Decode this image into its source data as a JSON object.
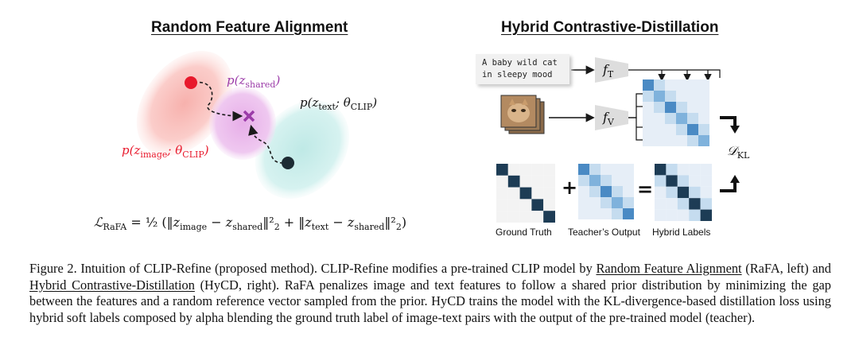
{
  "left_panel": {
    "title": "Random Feature Alignment",
    "label_shared_main": "p(z",
    "label_shared_sub": "shared",
    "label_text_main": "p(z",
    "label_text_sub": "text",
    "label_text_theta": "; θ",
    "label_text_theta_sub": "CLIP",
    "label_image_main": "p(z",
    "label_image_sub": "image",
    "label_image_theta": "; θ",
    "label_image_theta_sub": "CLIP",
    "formula_lhs": "ℒ",
    "formula_lhs_sub": "RaFA",
    "formula_rhs": "= ½ ( ‖z_image − z_shared‖²₂ + ‖z_text − z_shared‖²₂ )",
    "colors": {
      "image": "#e8192c",
      "shared": "#9b3aa8",
      "text_dot": "#1c2b33",
      "arrow": "#1a1a1a"
    }
  },
  "right_panel": {
    "title": "Hybrid Contrastive-Distillation",
    "text_input": "A baby wild cat in sleepy mood",
    "text_input_line1": "A baby wild cat",
    "text_input_line2": "in sleepy mood",
    "encoder_text": "f",
    "encoder_text_sub": "T",
    "encoder_image": "f",
    "encoder_image_sub": "V",
    "divergence": "𝒟",
    "divergence_sub": "KL",
    "plus_symbol": "+",
    "equals_symbol": "=",
    "label_ground_truth": "Ground Truth",
    "label_teacher": "Teacher’s Output",
    "label_hybrid": "Hybrid Labels",
    "colors": {
      "dark_cell": "#1d3c55",
      "mid_cell": "#4a8ac4",
      "light_cell": "#c5dcef",
      "bg_cell": "#e6eef7"
    }
  },
  "caption": {
    "part1": "Figure 2. Intuition of CLIP-Refine (proposed method). CLIP-Refine modifies a pre-trained CLIP model by ",
    "link1": "Random Feature Alignment",
    "part2": " (RaFA, left) and ",
    "link2": "Hybrid Contrastive-Distillation",
    "part3": " (HyCD, right). RaFA penalizes image and text features to follow a shared prior distribution by minimizing the gap between the features and a random reference vector sampled from the prior. HyCD trains the model with the KL-divergence-based distillation loss using hybrid soft labels composed by alpha blending the ground truth label of image-text pairs with the output of the pre-trained model (teacher)."
  }
}
